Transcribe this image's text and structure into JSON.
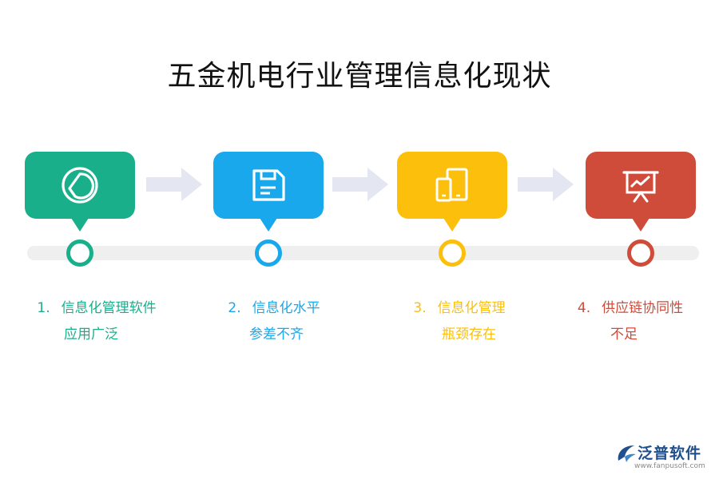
{
  "title": "五金机电行业管理信息化现状",
  "steps": [
    {
      "number": "1.",
      "line1": "信息化管理软件",
      "line2": "应用广泛",
      "color": "#1aaf8b",
      "icon": "pie-chart-icon"
    },
    {
      "number": "2.",
      "line1": "信息化水平",
      "line2": "参差不齐",
      "color": "#1aa8ec",
      "icon": "floppy-disk-icon"
    },
    {
      "number": "3.",
      "line1": "信息化管理",
      "line2": "瓶颈存在",
      "color": "#fbbf0c",
      "icon": "devices-icon"
    },
    {
      "number": "4.",
      "line1": "供应链协同性",
      "line2": "不足",
      "color": "#d04c3a",
      "icon": "presentation-chart-icon"
    }
  ],
  "arrow_color": "#e4e6f2",
  "track_color": "#efefef",
  "logo": {
    "name": "泛普软件",
    "url": "www.fanpusoft.com",
    "color": "#1f4f8c"
  }
}
